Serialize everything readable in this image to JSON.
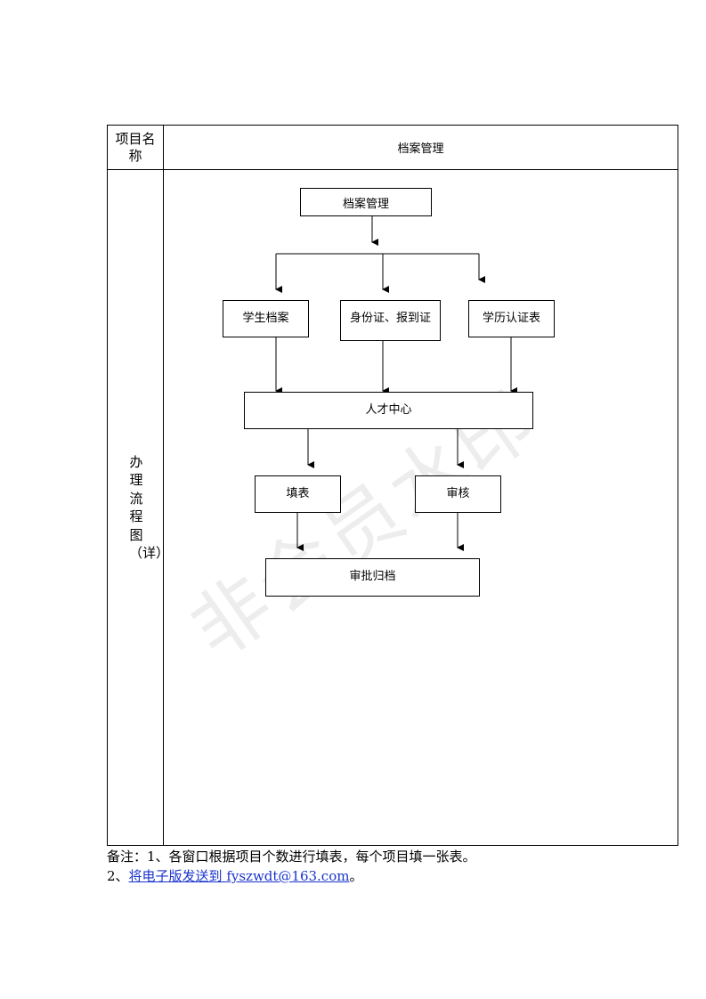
{
  "table": {
    "project_label": "项目名称",
    "project_value": "档案管理",
    "flow_label": "办理流程图（详）"
  },
  "flowchart": {
    "top": "档案管理",
    "student_file": "学生档案",
    "id_card": "身份证、报到证",
    "degree_cert": "学历认证表",
    "talent_center": "人才中心",
    "fill_form": "填表",
    "review": "审核",
    "approve_archive": "审批归档"
  },
  "watermark": "非会员水印",
  "notes": {
    "line1": "备注：1、各窗口根据项目个数进行填表，每个项目填一张表。",
    "line2_prefix": "2、",
    "line2_link": "将电子版发送到 fyszwdt@163.com",
    "line2_suffix": "。"
  }
}
